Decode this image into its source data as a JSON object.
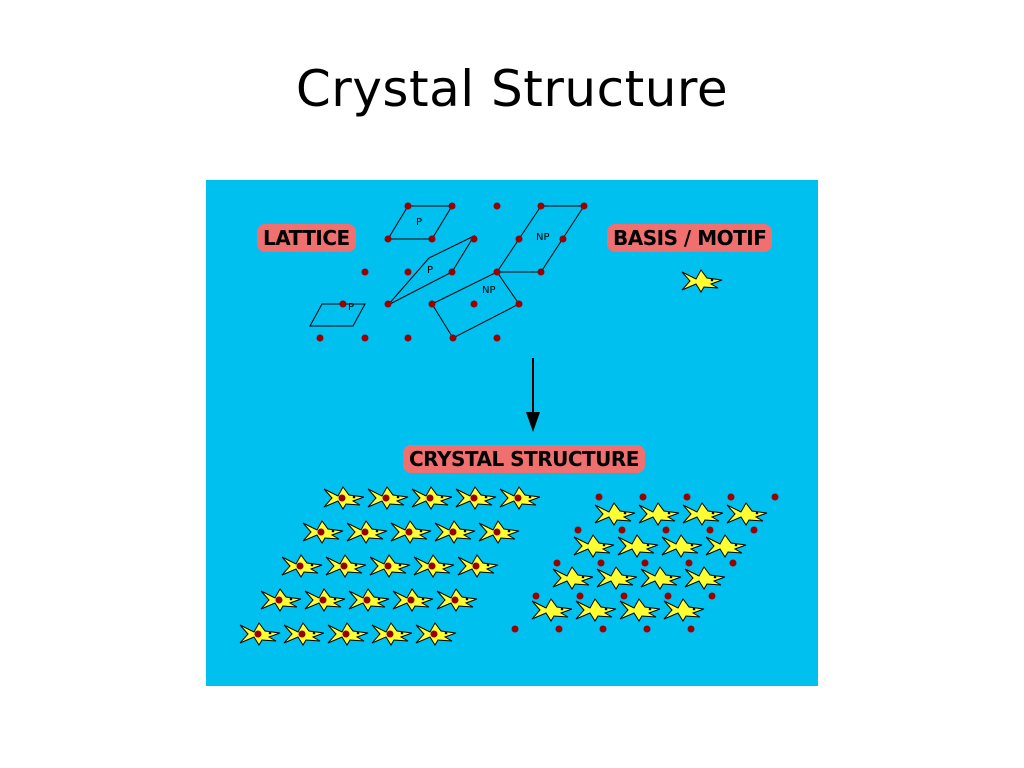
{
  "title": "Crystal Structure",
  "labels": {
    "lattice": "LATTICE",
    "basis": "BASIS / MOTIF",
    "crystal": "CRYSTAL STRUCTURE"
  },
  "cell_labels": [
    "P",
    "P",
    "P",
    "NP",
    "NP"
  ],
  "colors": {
    "background": "#00c0f0",
    "label_box": "#f07070",
    "lattice_point": "#990000",
    "fish_body": "#ffff33",
    "fish_outline": "#000000"
  }
}
